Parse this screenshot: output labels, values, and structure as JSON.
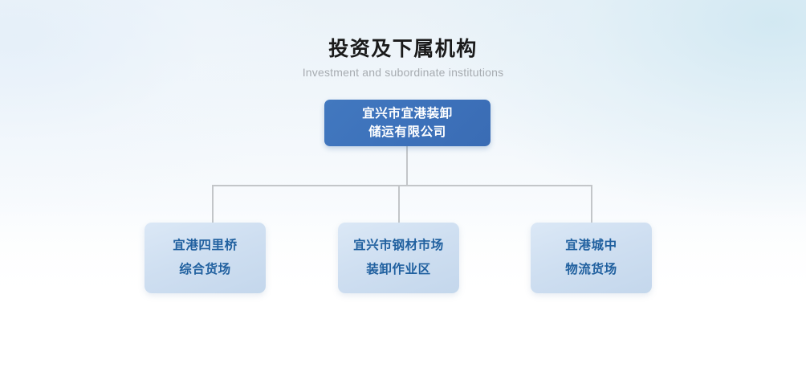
{
  "header": {
    "title_cn": "投资及下属机构",
    "title_en": "Investment and subordinate institutions"
  },
  "colors": {
    "root_box": "#3d72bb",
    "root_text": "#ffffff",
    "child_box": "#cfdff1",
    "child_text": "#20609f",
    "connector_line": "#c3c6c9",
    "title_cn": "#1a1a1a",
    "title_en": "#a7acb1",
    "background_top_left": "#eaf2f8",
    "background_top_right": "#e0eef5",
    "background_bottom": "#ffffff"
  },
  "org_chart": {
    "root": {
      "label": "宜兴市宜港装卸\n储运有限公司",
      "label_line1": "宜兴市宜港装卸",
      "label_line2": "储运有限公司"
    },
    "children": [
      {
        "label": "宜港四里桥\n综合货场",
        "label_line1": "宜港四里桥",
        "label_line2": "综合货场"
      },
      {
        "label": "宜兴市钢材市场\n装卸作业区",
        "label_line1": "宜兴市钢材市场",
        "label_line2": "装卸作业区"
      },
      {
        "label": "宜港城中\n物流货场",
        "label_line1": "宜港城中",
        "label_line2": "物流货场"
      }
    ]
  }
}
